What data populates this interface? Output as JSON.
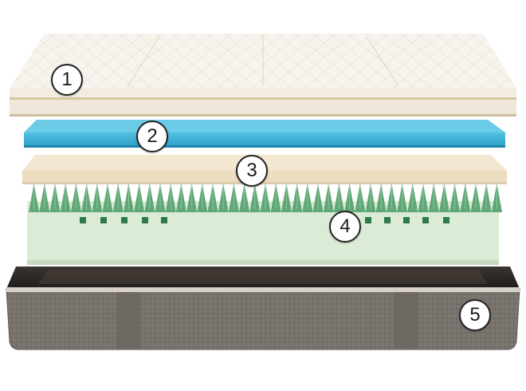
{
  "callouts": [
    {
      "label": "1"
    },
    {
      "label": "2"
    },
    {
      "label": "3"
    },
    {
      "label": "4"
    },
    {
      "label": "5"
    }
  ],
  "colors": {
    "top_cover": "#f4f0e6",
    "gel_foam": "#3fb3d6",
    "transition_foam": "#efe0c6",
    "support_foam": "#dcebd6",
    "zoned_ridges": "#5fa776",
    "base_fabric": "#7c7671",
    "base_rim": "#2a2726"
  }
}
